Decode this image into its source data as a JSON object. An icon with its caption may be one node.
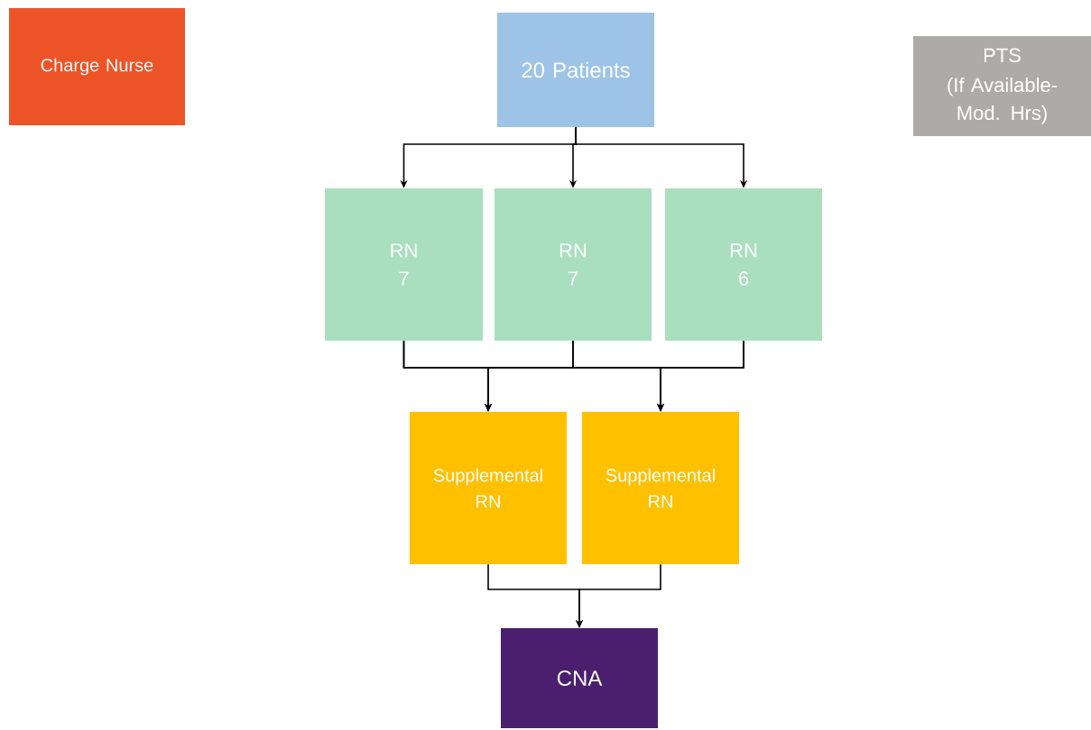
{
  "diagram": {
    "nodes": [
      {
        "text": [
          "Charge Nurse"
        ]
      },
      {
        "text": [
          "20 Patients"
        ]
      },
      {
        "text": [
          "PTS",
          "(If Available- Mod. Hrs)"
        ]
      },
      {
        "text": [
          "RN 7"
        ]
      },
      {
        "text": [
          "RN 7"
        ]
      },
      {
        "text": [
          "RN 6"
        ]
      },
      {
        "text": [
          "Supplemental RN"
        ]
      },
      {
        "text": [
          "Supplemental RN"
        ]
      },
      {
        "text": [
          "CNA"
        ]
      }
    ],
    "edges": [
      {
        "from": 1,
        "to": 3,
        "arrow": "to"
      },
      {
        "from": 1,
        "to": 4,
        "arrow": "to"
      },
      {
        "from": 1,
        "to": 5,
        "arrow": "to"
      },
      {
        "from": 3,
        "to": 6,
        "arrow": "to"
      },
      {
        "from": 3,
        "to": 7,
        "arrow": "to"
      },
      {
        "from": 4,
        "to": 6,
        "arrow": "to"
      },
      {
        "from": 4,
        "to": 7,
        "arrow": "to"
      },
      {
        "from": 5,
        "to": 6,
        "arrow": "to"
      },
      {
        "from": 5,
        "to": 7,
        "arrow": "to"
      },
      {
        "from": 6,
        "to": 8,
        "arrow": "to"
      },
      {
        "from": 7,
        "to": 8,
        "arrow": "to"
      }
    ]
  }
}
